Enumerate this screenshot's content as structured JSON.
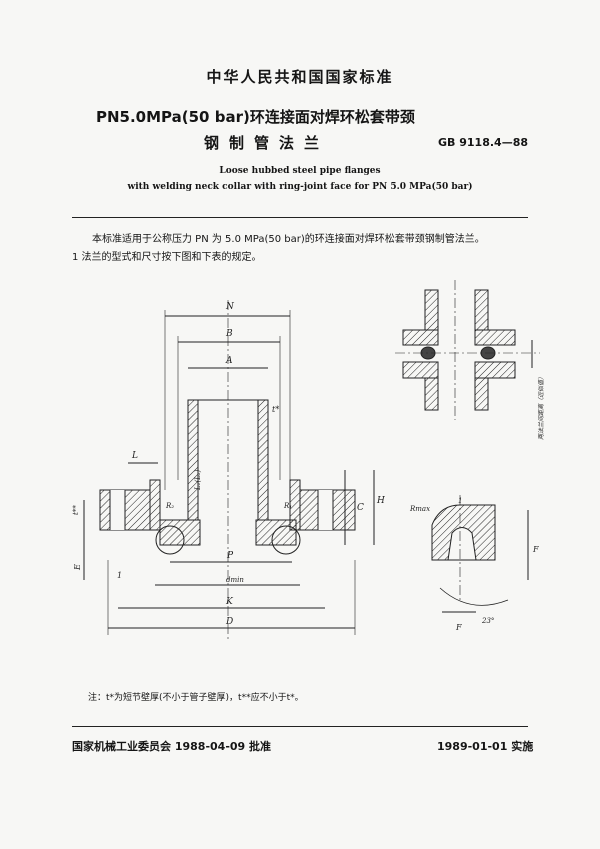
{
  "header": {
    "national_standard": "中华人民共和国国家标准",
    "title_line1": "PN5.0MPa(50 bar)环连接面对焊环松套带颈",
    "title_line2": "钢制管法兰",
    "standard_number": "GB 9118.4—88",
    "english_title_line1": "Loose hubbed steel pipe flanges",
    "english_title_line2": "with welding neck collar with ring-joint face for PN 5.0 MPa(50 bar)"
  },
  "body": {
    "scope": "本标准适用于公称压力 PN 为 5.0 MPa(50 bar)的环连接面对焊环松套带颈钢制管法兰。",
    "clause1": "1  法兰的型式和尺寸按下图和下表的规定。"
  },
  "drawing": {
    "labels": {
      "N": "N",
      "B": "B",
      "A": "A",
      "t_star": "t*",
      "L": "L",
      "L1": "L₁(L₂)",
      "R1": "R₁",
      "R2": "R₂",
      "C": "C",
      "H": "H",
      "t_2star": "t**",
      "E": "E",
      "one": "1",
      "P": "P",
      "dmin": "dmin",
      "K": "K",
      "D": "D",
      "Rmax": "Rmax",
      "detail_one": "1",
      "F_side": "F",
      "F_bottom": "F",
      "angle": "23°",
      "side_note": "两法兰间距离（近似值）"
    }
  },
  "note": "注：t*为短节壁厚(不小于管子壁厚)，t**应不小于t*。",
  "footer": {
    "approval": "国家机械工业委员会 1988-04-09 批准",
    "implementation": "1989-01-01 实施"
  }
}
